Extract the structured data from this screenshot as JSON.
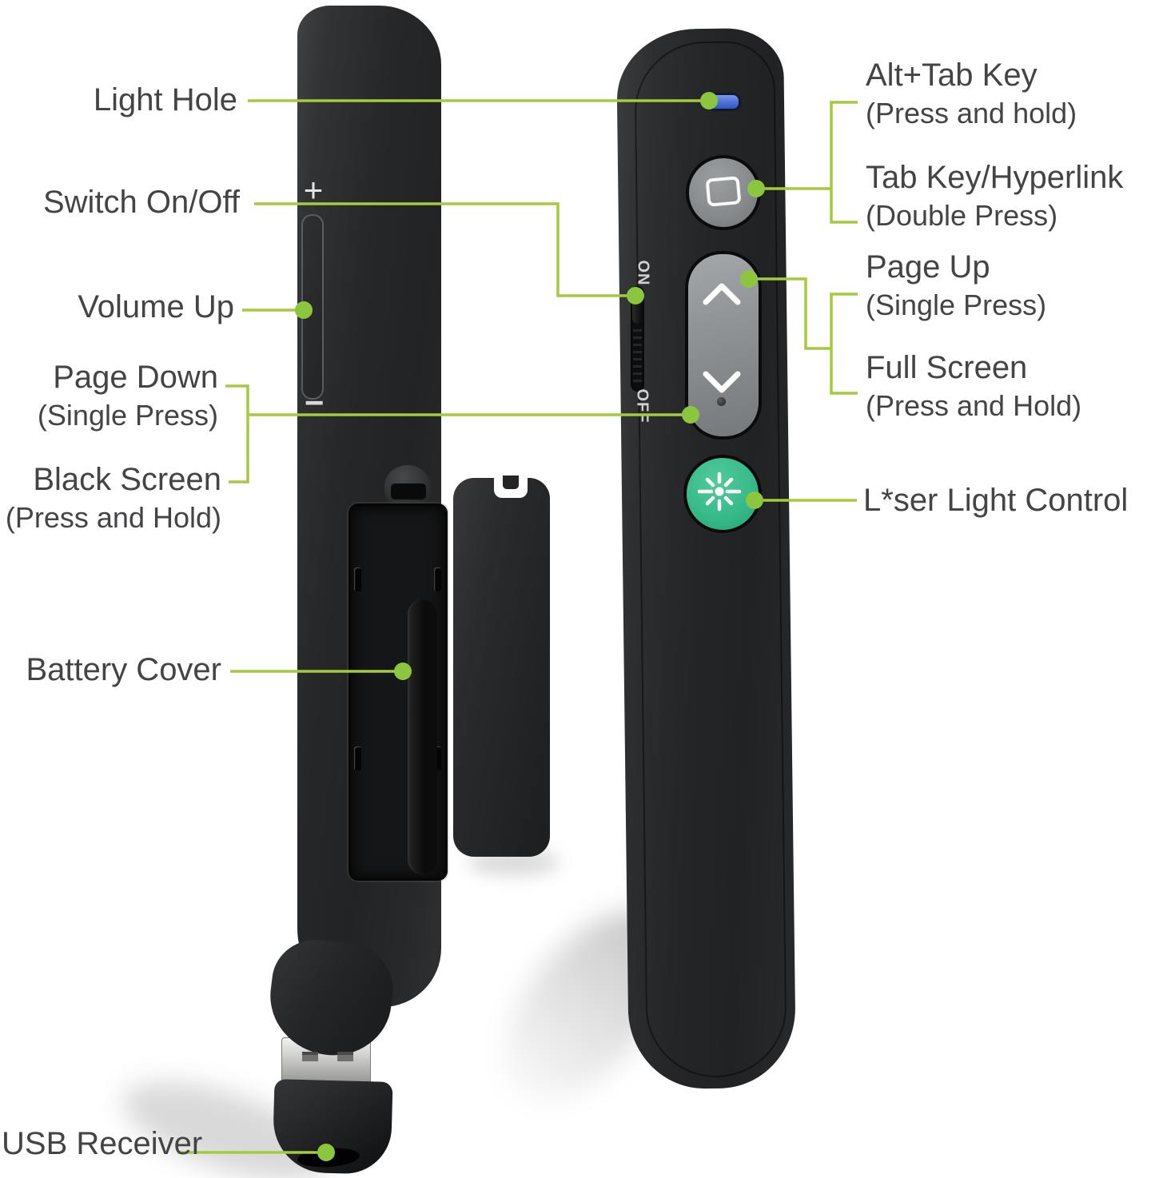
{
  "colors": {
    "leader_line": "#a6ca3f",
    "leader_dot": "#8cc63e",
    "laser_button_green": "#37ba8a",
    "led_blue": "#4a70d8",
    "device_body": "#242527",
    "button_gray": "#8a8e91",
    "label_text": "#434446"
  },
  "left_labels": {
    "light_hole": "Light Hole",
    "switch_on_off": "Switch On/Off",
    "volume_up": "Volume Up",
    "page_down": {
      "title": "Page Down",
      "sub": "(Single Press)"
    },
    "black_screen": {
      "title": "Black Screen",
      "sub": "(Press and Hold)"
    },
    "battery_cover": "Battery Cover",
    "usb_receiver": "USB Receiver"
  },
  "right_labels": {
    "alt_tab": {
      "title": "Alt+Tab Key",
      "sub": "(Press and hold)"
    },
    "tab_key": {
      "title": "Tab Key/Hyperlink",
      "sub": "(Double Press)"
    },
    "page_up": {
      "title": "Page Up",
      "sub": "(Single Press)"
    },
    "full_screen": {
      "title": "Full Screen",
      "sub": "(Press and Hold)"
    },
    "laser": "L*ser Light Control"
  },
  "device": {
    "switch_on": "ON",
    "switch_off": "OFF",
    "volume_plus": "+",
    "volume_minus": "−"
  },
  "icons": {
    "tab_button": "square-icon",
    "page_up_button": "chevron-up-icon",
    "page_down_button": "chevron-down-icon",
    "laser_button": "starburst-icon",
    "light_hole": "led-pill"
  }
}
